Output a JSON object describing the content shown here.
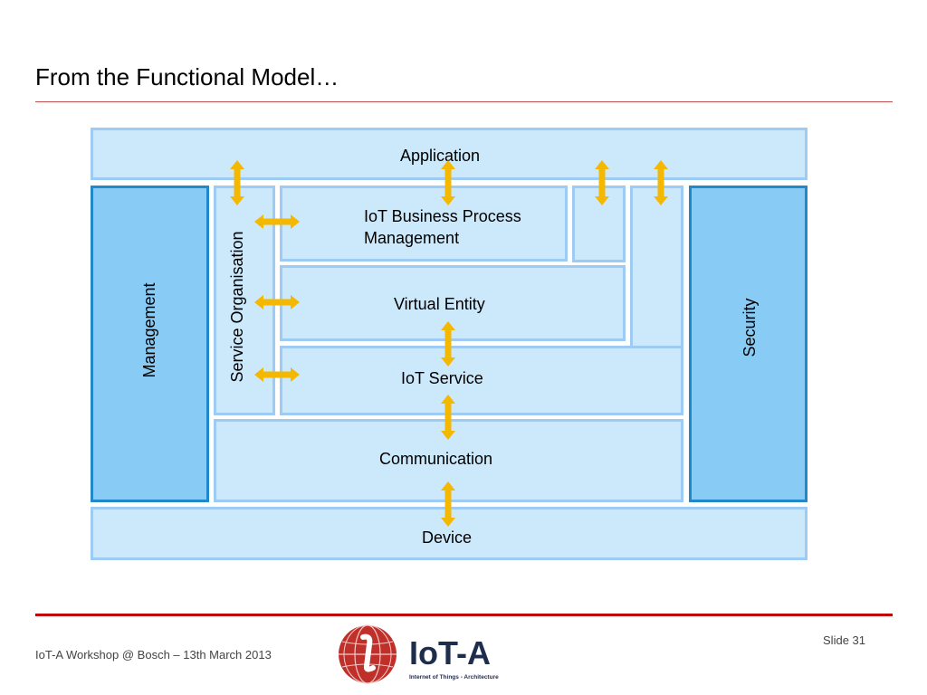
{
  "slide": {
    "title": "From the Functional Model…",
    "footer": "IoT-A Workshop @ Bosch – 13th March 2013",
    "slide_number": "Slide 31"
  },
  "diagram": {
    "application": "Application",
    "management": "Management",
    "service_organisation": "Service Organisation",
    "iot_bpm_line1": "IoT Business Process",
    "iot_bpm_line2": "Management",
    "virtual_entity": "Virtual Entity",
    "iot_service": "IoT Service",
    "communication": "Communication",
    "security": "Security",
    "device": "Device"
  },
  "logo": {
    "name": "IoT-A",
    "tagline": "Internet of Things - Architecture"
  },
  "colors": {
    "block_fill": "#cce8fb",
    "block_border": "#9dcbf4",
    "side_fill": "#88ccf5",
    "side_border": "#2189c9",
    "arrow": "#f5b800",
    "rule": "#c00000"
  }
}
